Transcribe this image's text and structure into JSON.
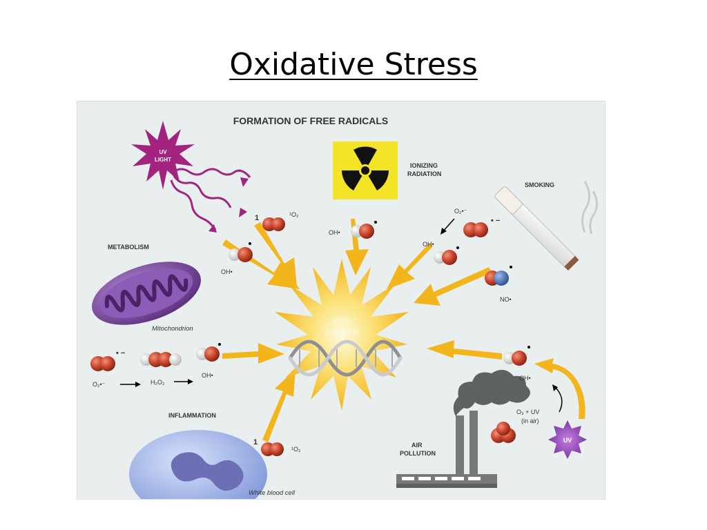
{
  "slide": {
    "title": "Oxidative Stress"
  },
  "figure": {
    "title": "FORMATION OF FREE RADICALS",
    "center": {
      "line1": "DNA",
      "line2": "DAMAGE"
    },
    "sources": {
      "uv_light": {
        "line1": "UV",
        "line2": "LIGHT"
      },
      "ionizing": {
        "line1": "IONIZING",
        "line2": "RADIATION"
      },
      "smoking": "SMOKING",
      "metabolism": "METABOLISM",
      "mitochondrion": "Mitochondrion",
      "inflammation": "INFLAMMATION",
      "white_blood_cell": "White blood cell",
      "air_pollution": {
        "line1": "AIR",
        "line2": "POLLUTION"
      },
      "uv_badge": "UV"
    },
    "labels": {
      "singlet_prefix": "1",
      "singlet_o2": "¹O₂",
      "oh_radical": "OH•",
      "superoxide": "O₂•⁻",
      "h2o2": "H₂O₂",
      "no_radical": "NO•",
      "ozone_uv": "O₃  +  UV",
      "in_air": "(in air)",
      "radical_minus": "•  −"
    },
    "colors": {
      "arrow": "#f2b51c",
      "oxygen": "#c8442b",
      "hydrogen": "#f4f4f4",
      "nitrogen": "#4a76b8",
      "uv_burst": "#a3247e",
      "mitochondrion": "#6b3d8c",
      "cell": "#8fa6e0",
      "radiation_bg": "#f3e427"
    }
  }
}
